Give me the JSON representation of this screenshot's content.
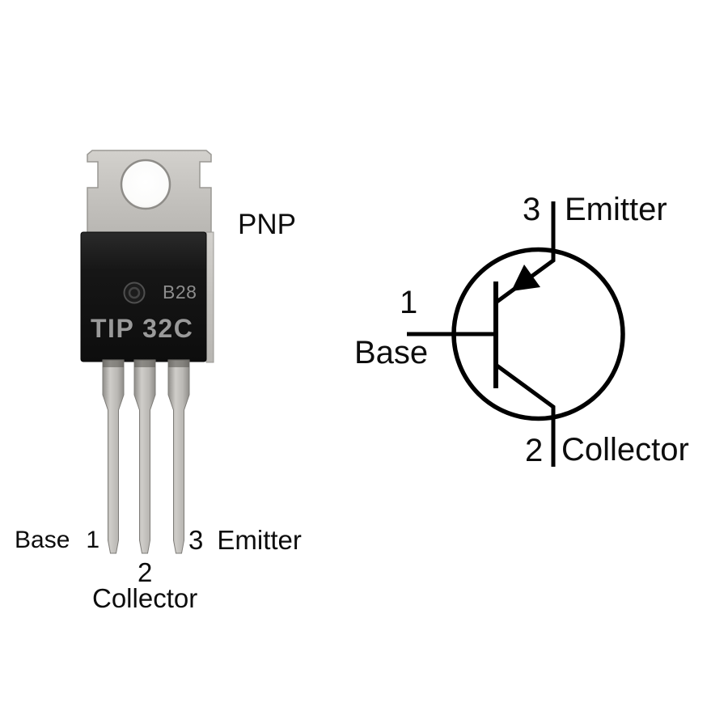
{
  "device": {
    "type_label": "PNP",
    "part_number": "TIP 32C",
    "lot_code": "B28"
  },
  "pins": {
    "pin1": {
      "number": "1",
      "name": "Base"
    },
    "pin2": {
      "number": "2",
      "name": "Collector"
    },
    "pin3": {
      "number": "3",
      "name": "Emitter"
    }
  },
  "colors": {
    "ink": "#0d0d0d",
    "line": "#000000",
    "part_marking": "#9a9a9a",
    "lot_marking": "#8d8d8d",
    "tab_metal": "#c4c2be",
    "body_plastic": "#141414",
    "lead_metal": "#bab8b4"
  }
}
